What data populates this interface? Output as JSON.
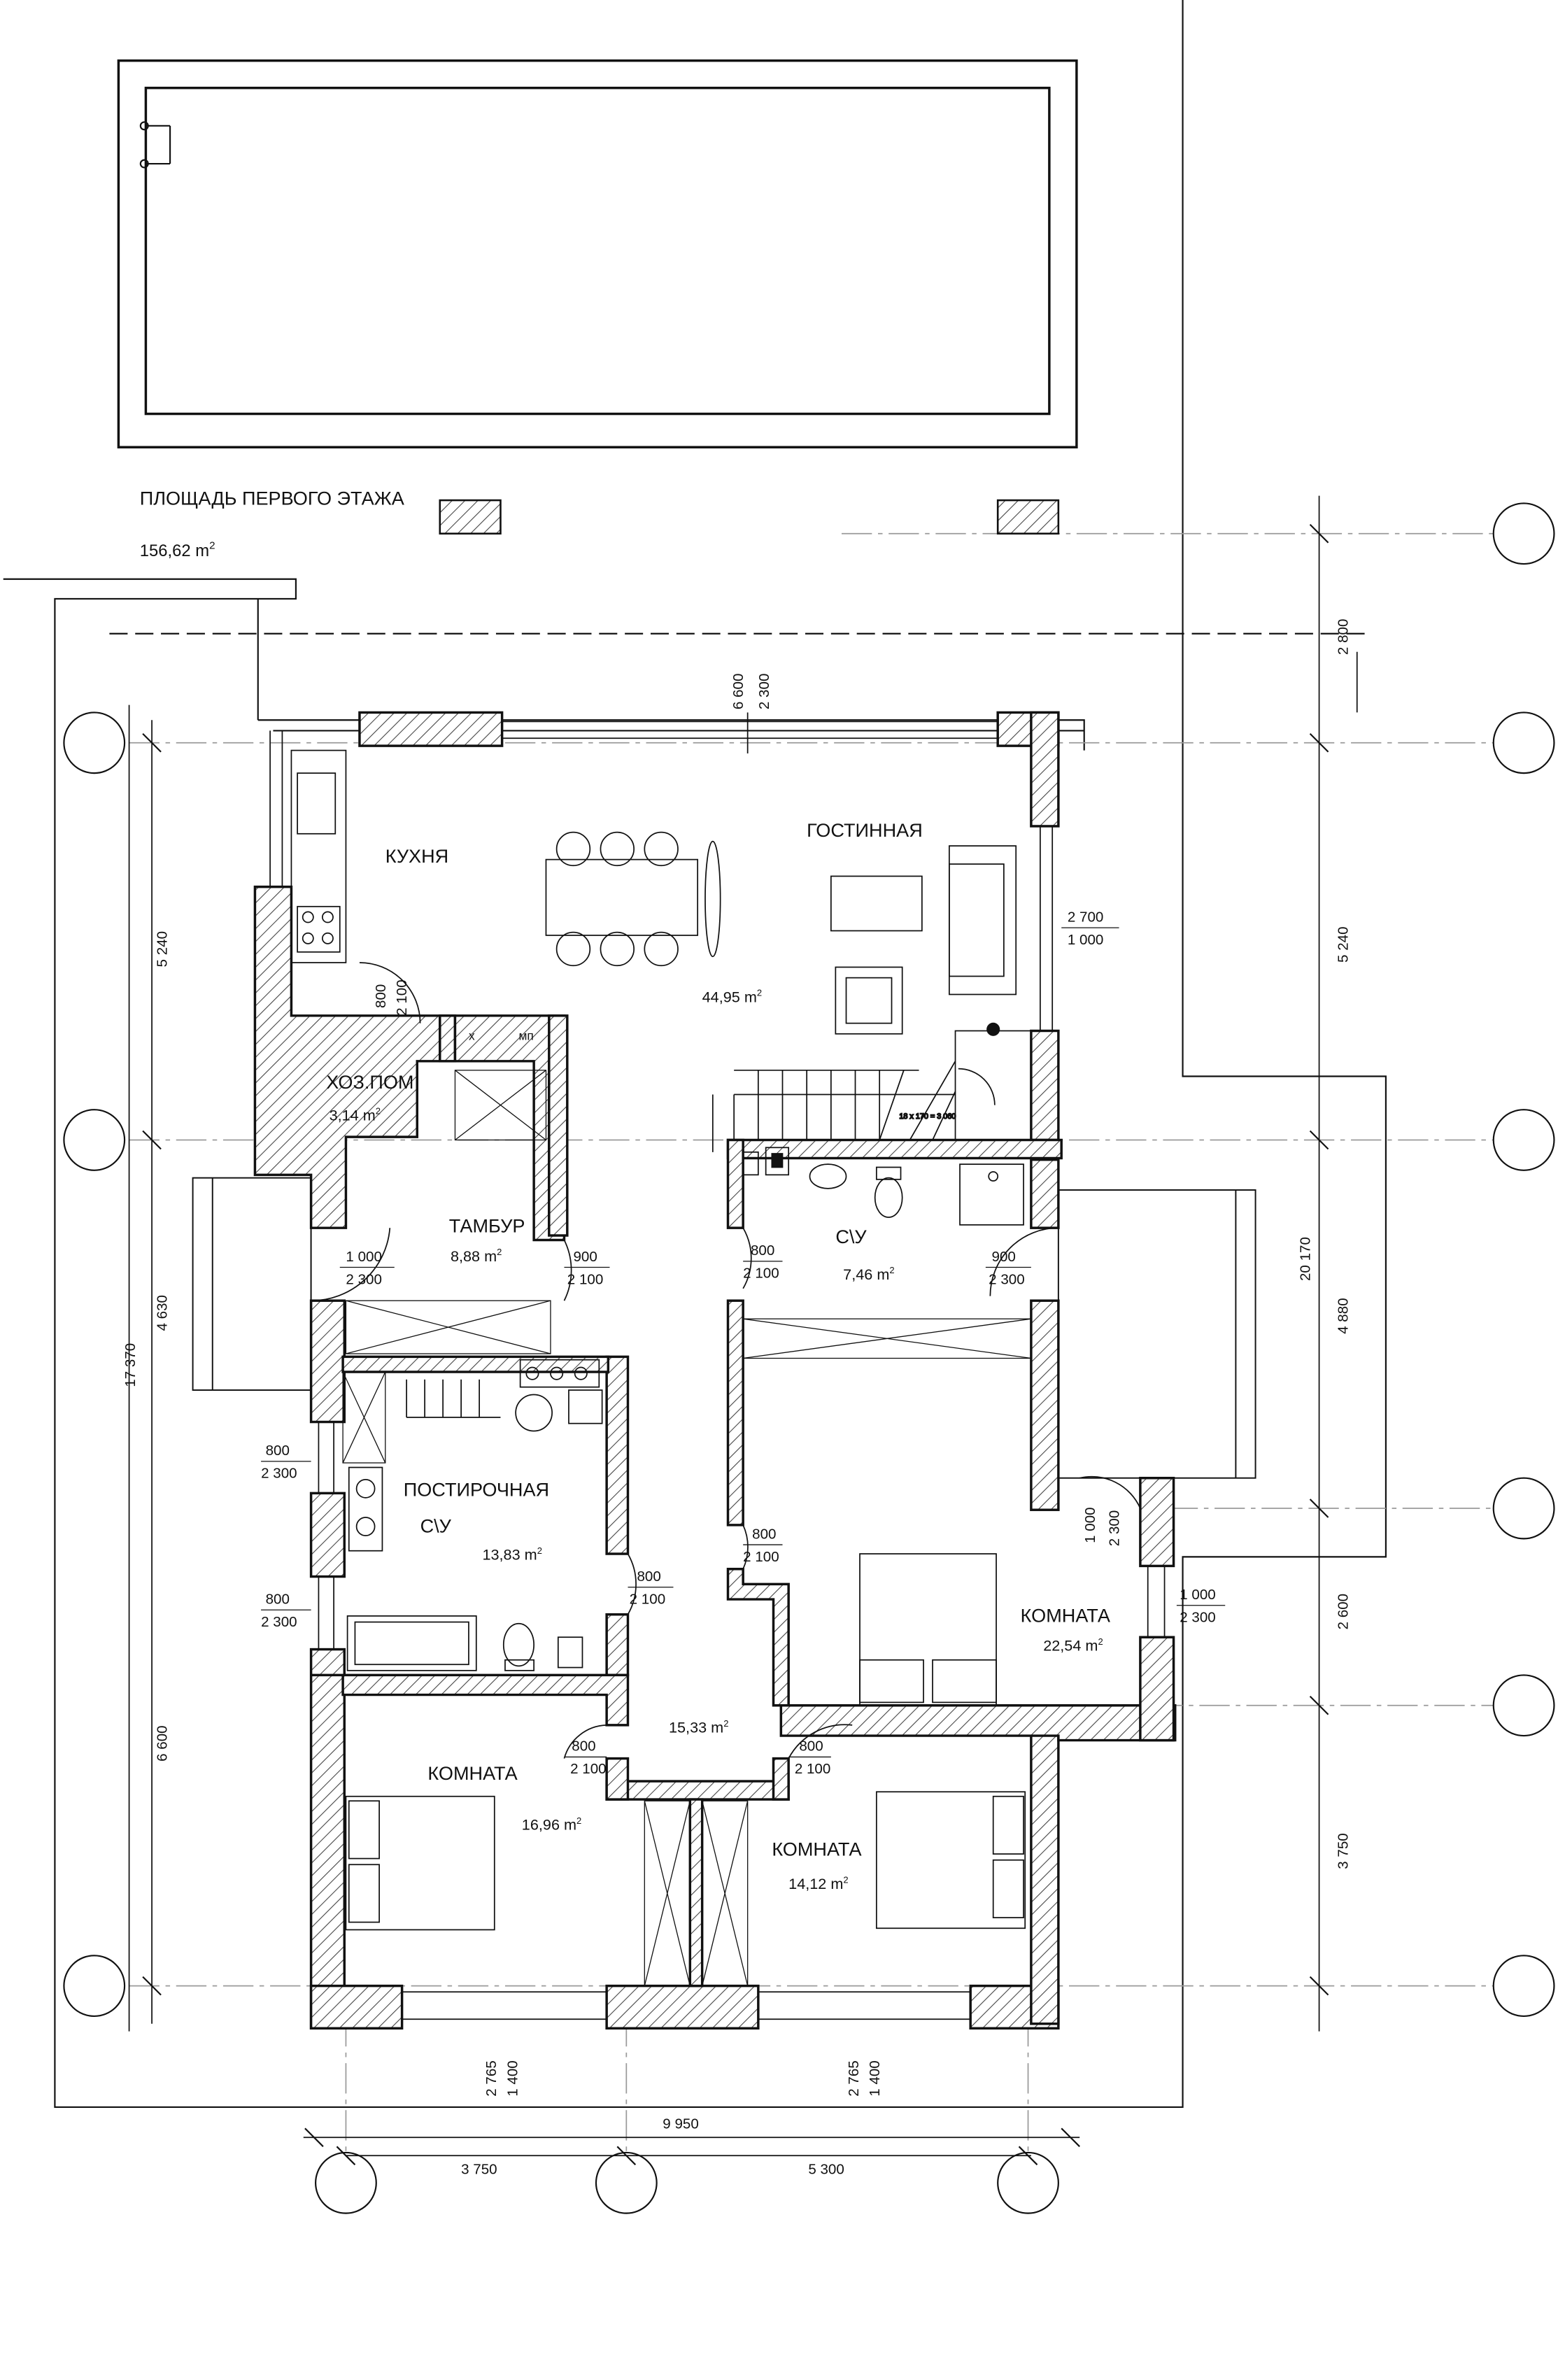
{
  "colors": {
    "ink": "#111111",
    "wall_fill": "#ffffff",
    "hatch": "#444444",
    "axis": "#9a9a9a"
  },
  "header": {
    "title": "ПЛОЩАДЬ ПЕРВОГО ЭТАЖА",
    "area_num": "156,62 m",
    "area_sup": "2"
  },
  "rooms": {
    "kitchen": "КУХНЯ",
    "living": "ГОСТИННАЯ",
    "living_area": "44,95 m",
    "utility": "ХОЗ.ПОМ",
    "utility_area": "3,14 m",
    "vestibule": "ТАМБУР",
    "vestibule_area": "8,88 m",
    "bath_upper": "С\\У",
    "bath_upper_area": "7,46 m",
    "laundry": "ПОСТИРОЧНАЯ",
    "laundry_bath": "С\\У",
    "laundry_area": "13,83 m",
    "bedroom_right": "КОМНАТА",
    "bedroom_right_area": "22,54 m",
    "hall_area": "15,33 m",
    "bedroom_left": "КОМНАТА",
    "bedroom_left_area": "16,96 m",
    "bedroom_bottom": "КОМНАТА",
    "bedroom_bottom_area": "14,12 m",
    "sup2": "2"
  },
  "fixtures": {
    "boiler": "х",
    "mp": "мп",
    "stairs": "18 х 170 = 3 060"
  },
  "dims": {
    "top_opening_w": "6 600",
    "top_opening_h": "2 300",
    "top_right": "2 800",
    "right_a": "5 240",
    "right_total": "20 170",
    "right_b": "4 880",
    "right_c": "2 600",
    "right_d": "3 750",
    "left_a": "5 240",
    "left_total": "17 370",
    "left_b": "4 630",
    "left_c": "6 600",
    "win_living_w": "2 700",
    "win_living_h": "1 000",
    "door_util_w": "800",
    "door_util_h": "2 100",
    "door_entry_w": "1 000",
    "door_entry_h": "2 300",
    "door_vest_w": "900",
    "door_vest_h": "2 100",
    "door_bath_w": "800",
    "door_bath_h": "2 100",
    "door_bath_ext_w": "900",
    "door_bath_ext_h": "2 300",
    "door_br_w": "800",
    "door_br_h": "2 100",
    "door_br_ext_w": "1 000",
    "door_br_ext_h": "2 300",
    "win_br_w": "1 000",
    "win_br_h": "2 300",
    "win_laundry1_w": "800",
    "win_laundry1_h": "2 300",
    "win_laundry2_w": "800",
    "win_laundry2_h": "2 300",
    "door_laundry_w": "800",
    "door_laundry_h": "2 100",
    "door_hall_l_w": "800",
    "door_hall_l_h": "2 100",
    "door_hall_r_w": "800",
    "door_hall_r_h": "2 100",
    "win_bot1_w": "2 765",
    "win_bot1_h": "1 400",
    "win_bot2_w": "2 765",
    "win_bot2_h": "1 400",
    "total_w": "9 950",
    "bottom_a": "3 750",
    "bottom_b": "5 300"
  }
}
